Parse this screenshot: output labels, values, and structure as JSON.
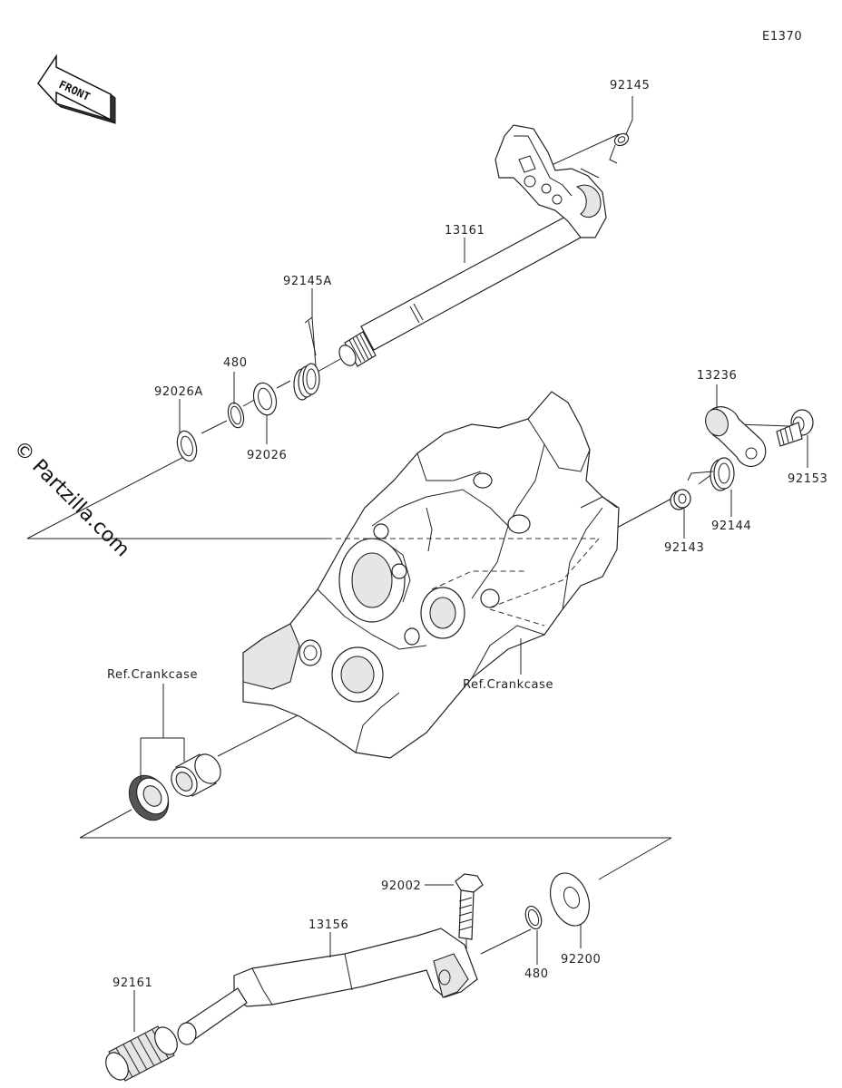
{
  "diagram_code": "E1370",
  "front_label": "FRONT",
  "watermark": "© Partzilla.com",
  "labels": {
    "p92145": "92145",
    "p13161": "13161",
    "p92145A": "92145A",
    "p480_top": "480",
    "p92026A": "92026A",
    "p92026": "92026",
    "p13236": "13236",
    "p92153": "92153",
    "p92144": "92144",
    "p92143": "92143",
    "ref_crankcase_left": "Ref.Crankcase",
    "ref_crankcase_right": "Ref.Crankcase",
    "p92002": "92002",
    "p13156": "13156",
    "p480_bottom": "480",
    "p92200": "92200",
    "p92161": "92161"
  }
}
